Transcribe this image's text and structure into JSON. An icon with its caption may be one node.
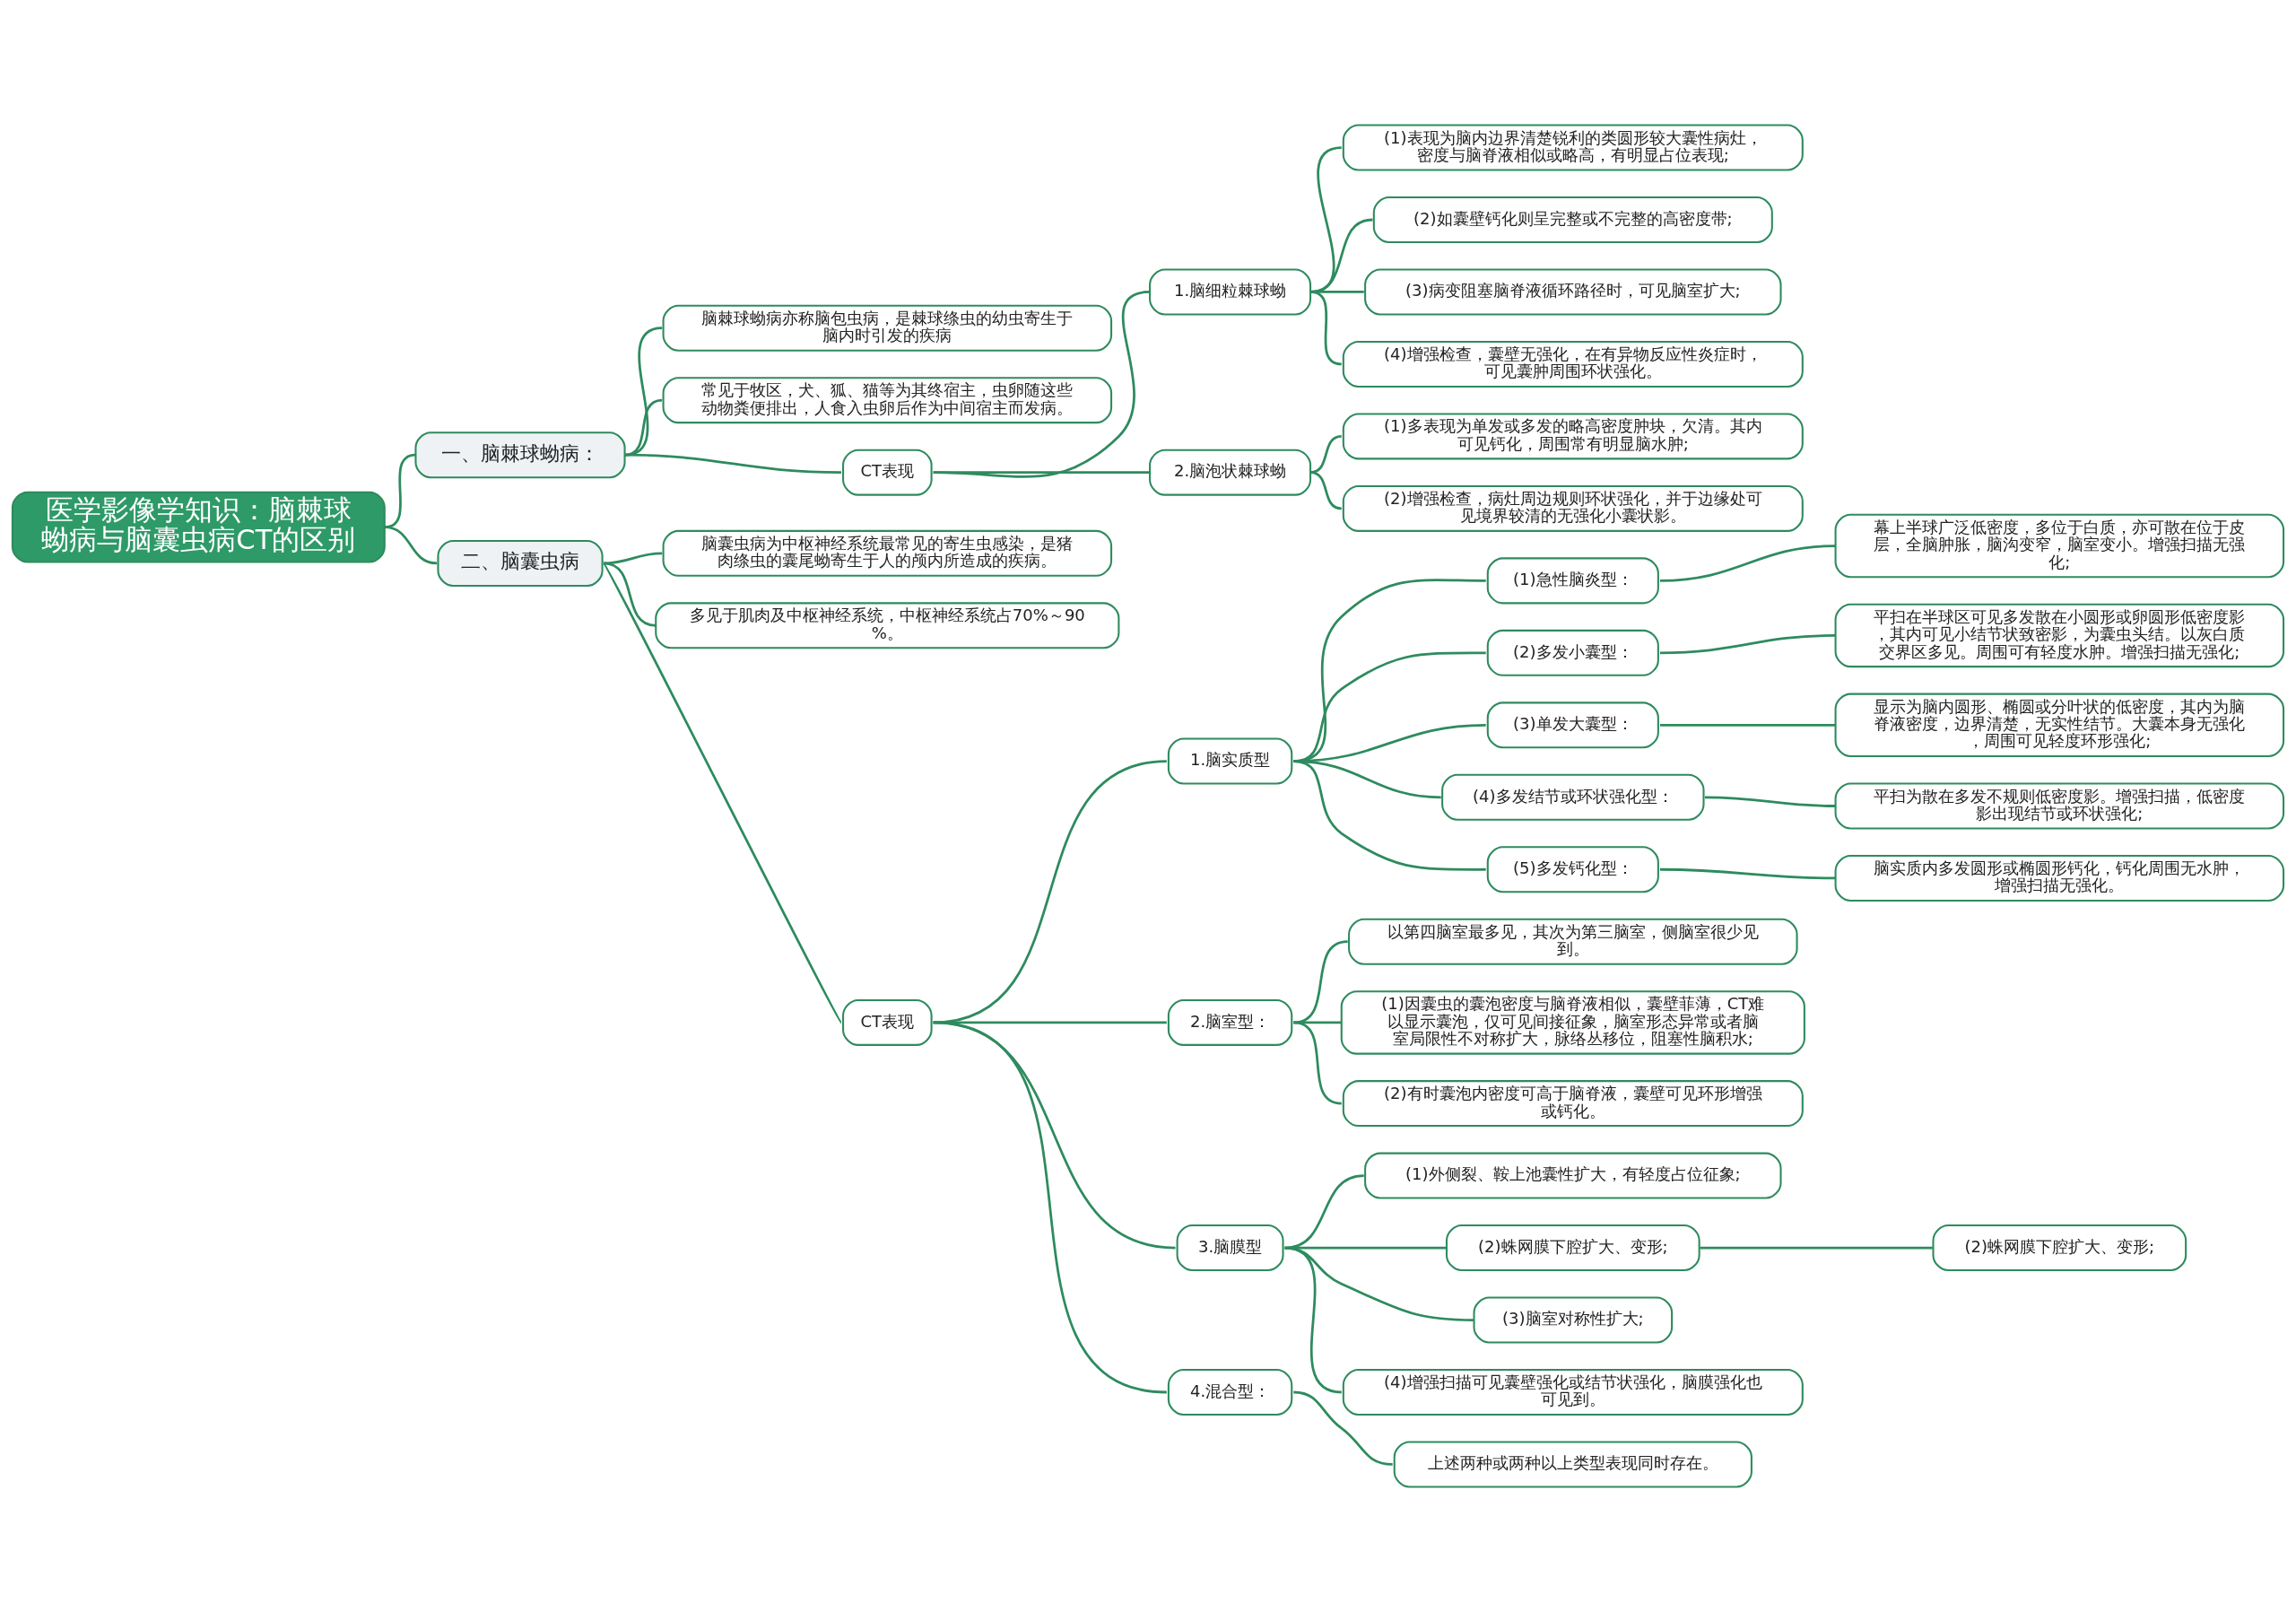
{
  "diagram": {
    "nodes": [
      {
        "text": [
          "医学影像学知识：脑棘球蚴病与脑囊虫病CT的区别"
        ]
      },
      {
        "text": [
          "一、脑棘球蚴病："
        ]
      },
      {
        "text": [
          "脑棘球蚴病亦称脑包虫病，是棘球绦虫的幼虫寄生于脑内时引发的疾病"
        ]
      },
      {
        "text": [
          "常见于牧区，犬、狐、猫等为其终宿主，虫卵随这些动物粪便排出，人食入虫卵后作为中间宿主而发病。"
        ]
      },
      {
        "text": [
          "CT表现"
        ]
      },
      {
        "text": [
          "1.脑细粒棘球蚴"
        ]
      },
      {
        "text": [
          "(1)表现为脑内边界清楚锐利的类圆形较大囊性病灶，密度与脑脊液相似或略高，有明显占位表现;"
        ]
      },
      {
        "text": [
          "(2)如囊壁钙化则呈完整或不完整的高密度带;"
        ]
      },
      {
        "text": [
          "(3)病变阻塞脑脊液循环路径时，可见脑室扩大;"
        ]
      },
      {
        "text": [
          "(4)增强检查，囊壁无强化，在有异物反应性炎症时，可见囊肿周围环状强化。"
        ]
      },
      {
        "text": [
          "2.脑泡状棘球蚴"
        ]
      },
      {
        "text": [
          "(1)多表现为单发或多发的略高密度肿块，欠清。其内可见钙化，周围常有明显脑水肿;"
        ]
      },
      {
        "text": [
          "(2)增强检查，病灶周边规则环状强化，并于边缘处可见境界较清的无强化小囊状影。"
        ]
      },
      {
        "text": [
          "二、脑囊虫病"
        ]
      },
      {
        "text": [
          "脑囊虫病为中枢神经系统最常见的寄生虫感染，是猪肉绦虫的囊尾蚴寄生于人的颅内所造成的疾病。"
        ]
      },
      {
        "text": [
          "多见于肌肉及中枢神经系统，中枢神经系统占70%～90%。"
        ]
      },
      {
        "text": [
          "CT表现"
        ]
      },
      {
        "text": [
          "1.脑实质型"
        ]
      },
      {
        "text": [
          "(1)急性脑炎型："
        ]
      },
      {
        "text": [
          "幕上半球广泛低密度，多位于白质，亦可散在位于皮层，全脑肿胀，脑沟变窄，脑室变小。增强扫描无强化;"
        ]
      },
      {
        "text": [
          "(2)多发小囊型："
        ]
      },
      {
        "text": [
          "平扫在半球区可见多发散在小圆形或卵圆形低密度影，其内可见小结节状致密影，为囊虫头结。以灰白质交界区多见。周围可有轻度水肿。增强扫描无强化;"
        ]
      },
      {
        "text": [
          "(3)单发大囊型："
        ]
      },
      {
        "text": [
          "显示为脑内圆形、椭圆或分叶状的低密度，其内为脑脊液密度，边界清楚，无实性结节。大囊本身无强化，周围可见轻度环形强化;"
        ]
      },
      {
        "text": [
          "(4)多发结节或环状强化型："
        ]
      },
      {
        "text": [
          "平扫为散在多发不规则低密度影。增强扫描，低密度影出现结节或环状强化;"
        ]
      },
      {
        "text": [
          "(5)多发钙化型："
        ]
      },
      {
        "text": [
          "脑实质内多发圆形或椭圆形钙化，钙化周围无水肿，增强扫描无强化。"
        ]
      },
      {
        "text": [
          "2.脑室型："
        ]
      },
      {
        "text": [
          "以第四脑室最多见，其次为第三脑室，侧脑室很少见到。"
        ]
      },
      {
        "text": [
          "(1)因囊虫的囊泡密度与脑脊液相似，囊壁菲薄，CT难以显示囊泡，仅可见间接征象，脑室形态异常或者脑室局限性不对称扩大，脉络丛移位，阻塞性脑积水;"
        ]
      },
      {
        "text": [
          "(2)有时囊泡内密度可高于脑脊液，囊壁可见环形增强或钙化。"
        ]
      },
      {
        "text": [
          "3.脑膜型"
        ]
      },
      {
        "text": [
          "(1)外侧裂、鞍上池囊性扩大，有轻度占位征象;"
        ]
      },
      {
        "text": [
          "(2)蛛网膜下腔扩大、变形;"
        ]
      },
      {
        "text": [
          "(2)蛛网膜下腔扩大、变形;"
        ]
      },
      {
        "text": [
          "(3)脑室对称性扩大;"
        ]
      },
      {
        "text": [
          "(4)增强扫描可见囊壁强化或结节状强化，脑膜强化也可见到。"
        ]
      },
      {
        "text": [
          "4.混合型："
        ]
      },
      {
        "text": [
          "上述两种或两种以上类型表现同时存在。"
        ]
      }
    ],
    "edges": [
      {
        "from": 0,
        "to": 1,
        "arrow": "none"
      },
      {
        "from": 1,
        "to": 2,
        "arrow": "none"
      },
      {
        "from": 1,
        "to": 3,
        "arrow": "none"
      },
      {
        "from": 1,
        "to": 4,
        "arrow": "none"
      },
      {
        "from": 4,
        "to": 5,
        "arrow": "none"
      },
      {
        "from": 5,
        "to": 6,
        "arrow": "none"
      },
      {
        "from": 5,
        "to": 7,
        "arrow": "none"
      },
      {
        "from": 5,
        "to": 8,
        "arrow": "none"
      },
      {
        "from": 5,
        "to": 9,
        "arrow": "none"
      },
      {
        "from": 4,
        "to": 10,
        "arrow": "none"
      },
      {
        "from": 10,
        "to": 11,
        "arrow": "none"
      },
      {
        "from": 10,
        "to": 12,
        "arrow": "none"
      },
      {
        "from": 0,
        "to": 13,
        "arrow": "none"
      },
      {
        "from": 13,
        "to": 14,
        "arrow": "none"
      },
      {
        "from": 13,
        "to": 15,
        "arrow": "none"
      },
      {
        "from": 13,
        "to": 16,
        "arrow": "none"
      },
      {
        "from": 16,
        "to": 17,
        "arrow": "none"
      },
      {
        "from": 17,
        "to": 18,
        "arrow": "none"
      },
      {
        "from": 18,
        "to": 19,
        "arrow": "none"
      },
      {
        "from": 17,
        "to": 20,
        "arrow": "none"
      },
      {
        "from": 20,
        "to": 21,
        "arrow": "none"
      },
      {
        "from": 17,
        "to": 22,
        "arrow": "none"
      },
      {
        "from": 22,
        "to": 23,
        "arrow": "none"
      },
      {
        "from": 17,
        "to": 24,
        "arrow": "none"
      },
      {
        "from": 24,
        "to": 25,
        "arrow": "none"
      },
      {
        "from": 17,
        "to": 26,
        "arrow": "none"
      },
      {
        "from": 26,
        "to": 27,
        "arrow": "none"
      },
      {
        "from": 16,
        "to": 28,
        "arrow": "none"
      },
      {
        "from": 28,
        "to": 29,
        "arrow": "none"
      },
      {
        "from": 28,
        "to": 30,
        "arrow": "none"
      },
      {
        "from": 28,
        "to": 31,
        "arrow": "none"
      },
      {
        "from": 16,
        "to": 32,
        "arrow": "none"
      },
      {
        "from": 32,
        "to": 33,
        "arrow": "none"
      },
      {
        "from": 32,
        "to": 34,
        "arrow": "none"
      },
      {
        "from": 34,
        "to": 35,
        "arrow": "none"
      },
      {
        "from": 32,
        "to": 36,
        "arrow": "none"
      },
      {
        "from": 32,
        "to": 37,
        "arrow": "none"
      },
      {
        "from": 16,
        "to": 38,
        "arrow": "none"
      },
      {
        "from": 38,
        "to": 39,
        "arrow": "none"
      }
    ]
  }
}
